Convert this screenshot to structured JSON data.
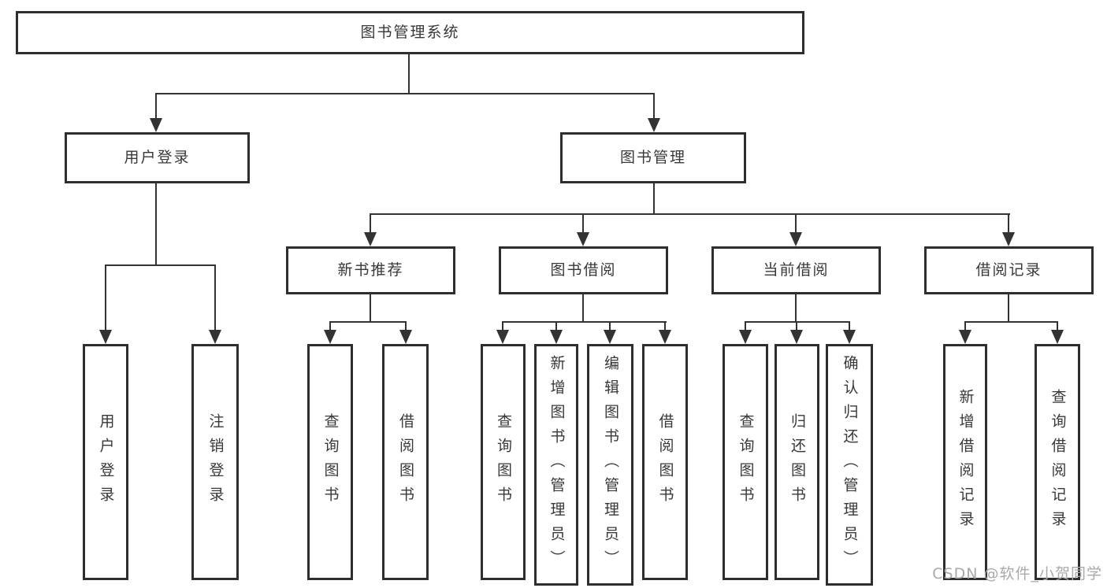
{
  "diagram": {
    "root": "图书管理系统",
    "level2": {
      "user_login": "用户登录",
      "book_mgmt": "图书管理"
    },
    "level3": {
      "new_book": "新书推荐",
      "book_borrow": "图书借阅",
      "current_borrow": "当前借阅",
      "borrow_record": "借阅记录"
    },
    "leaves": {
      "user_login_1": "用户登录",
      "user_login_2": "注销登录",
      "new_book_1": "查询图书",
      "new_book_2": "借阅图书",
      "book_borrow_1": "查询图书",
      "book_borrow_2": "新增图书（管理员）",
      "book_borrow_3": "编辑图书（管理员）",
      "book_borrow_4": "借阅图书",
      "current_borrow_1": "查询图书",
      "current_borrow_2": "归还图书",
      "current_borrow_3": "确认归还（管理员）",
      "borrow_record_1": "新增借阅记录",
      "borrow_record_2": "查询借阅记录"
    },
    "watermark": "CSDN @软件_小贺同学",
    "colors": {
      "line": "#333333",
      "border": "#2e2e2e",
      "text": "#383838",
      "watermark": "#a9a9a9",
      "background": "#ffffff"
    }
  }
}
